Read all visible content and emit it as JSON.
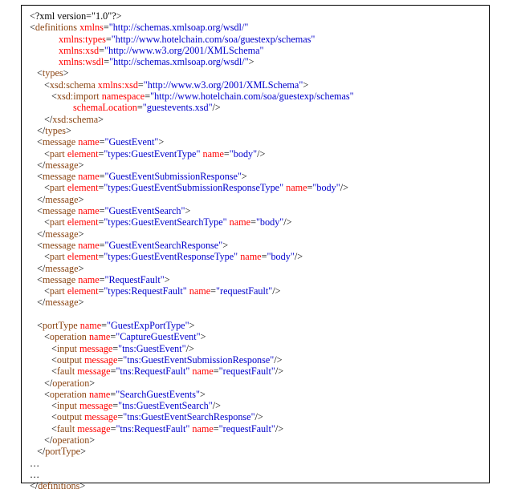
{
  "colors": {
    "tag": "#8B4513",
    "attr": "#FF0000",
    "value": "#0000CC",
    "text": "#000000",
    "border": "#000000"
  },
  "lines": [
    {
      "indent": 0,
      "parts": [
        {
          "t": "punct",
          "s": "<?xml version=\"1.0\"?>"
        }
      ]
    },
    {
      "indent": 0,
      "parts": [
        {
          "t": "punct",
          "s": "<"
        },
        {
          "t": "tag",
          "s": "definitions"
        },
        {
          "t": "punct",
          "s": " "
        },
        {
          "t": "attr",
          "s": "xmlns"
        },
        {
          "t": "punct",
          "s": "="
        },
        {
          "t": "val",
          "s": "\"http://schemas.xmlsoap.org/wsdl/\""
        }
      ]
    },
    {
      "indent": 4,
      "parts": [
        {
          "t": "attr",
          "s": "xmlns:types"
        },
        {
          "t": "punct",
          "s": "="
        },
        {
          "t": "val",
          "s": "\"http://www.hotelchain.com/soa/guestexp/schemas\""
        }
      ]
    },
    {
      "indent": 4,
      "parts": [
        {
          "t": "attr",
          "s": "xmlns:xsd"
        },
        {
          "t": "punct",
          "s": "="
        },
        {
          "t": "val",
          "s": "\"http://www.w3.org/2001/XMLSchema\""
        }
      ]
    },
    {
      "indent": 4,
      "parts": [
        {
          "t": "attr",
          "s": "xmlns:wsdl"
        },
        {
          "t": "punct",
          "s": "="
        },
        {
          "t": "val",
          "s": "\"http://schemas.xmlsoap.org/wsdl/\""
        },
        {
          "t": "punct",
          "s": ">"
        }
      ]
    },
    {
      "indent": 1,
      "parts": [
        {
          "t": "punct",
          "s": "<"
        },
        {
          "t": "tag",
          "s": "types"
        },
        {
          "t": "punct",
          "s": ">"
        }
      ]
    },
    {
      "indent": 2,
      "parts": [
        {
          "t": "punct",
          "s": "<"
        },
        {
          "t": "tag",
          "s": "xsd:schema"
        },
        {
          "t": "punct",
          "s": " "
        },
        {
          "t": "attr",
          "s": "xmlns:xsd"
        },
        {
          "t": "punct",
          "s": "="
        },
        {
          "t": "val",
          "s": "\"http://www.w3.org/2001/XMLSchema\""
        },
        {
          "t": "punct",
          "s": ">"
        }
      ]
    },
    {
      "indent": 3,
      "parts": [
        {
          "t": "punct",
          "s": "<"
        },
        {
          "t": "tag",
          "s": "xsd:import"
        },
        {
          "t": "punct",
          "s": " "
        },
        {
          "t": "attr",
          "s": "namespace"
        },
        {
          "t": "punct",
          "s": "="
        },
        {
          "t": "val",
          "s": "\"http://www.hotelchain.com/soa/guestexp/schemas\""
        }
      ]
    },
    {
      "indent": 6,
      "parts": [
        {
          "t": "attr",
          "s": "schemaLocation"
        },
        {
          "t": "punct",
          "s": "="
        },
        {
          "t": "val",
          "s": "\"guestevents.xsd\""
        },
        {
          "t": "punct",
          "s": "/>"
        }
      ]
    },
    {
      "indent": 2,
      "parts": [
        {
          "t": "punct",
          "s": "</"
        },
        {
          "t": "tag",
          "s": "xsd:schema"
        },
        {
          "t": "punct",
          "s": ">"
        }
      ]
    },
    {
      "indent": 1,
      "parts": [
        {
          "t": "punct",
          "s": "</"
        },
        {
          "t": "tag",
          "s": "types"
        },
        {
          "t": "punct",
          "s": ">"
        }
      ]
    },
    {
      "indent": 1,
      "parts": [
        {
          "t": "punct",
          "s": "<"
        },
        {
          "t": "tag",
          "s": "message"
        },
        {
          "t": "punct",
          "s": " "
        },
        {
          "t": "attr",
          "s": "name"
        },
        {
          "t": "punct",
          "s": "="
        },
        {
          "t": "val",
          "s": "\"GuestEvent\""
        },
        {
          "t": "punct",
          "s": ">"
        }
      ]
    },
    {
      "indent": 2,
      "parts": [
        {
          "t": "punct",
          "s": "<"
        },
        {
          "t": "tag",
          "s": "part"
        },
        {
          "t": "punct",
          "s": " "
        },
        {
          "t": "attr",
          "s": "element"
        },
        {
          "t": "punct",
          "s": "="
        },
        {
          "t": "val",
          "s": "\"types:GuestEventType\""
        },
        {
          "t": "punct",
          "s": " "
        },
        {
          "t": "attr",
          "s": "name"
        },
        {
          "t": "punct",
          "s": "="
        },
        {
          "t": "val",
          "s": "\"body\""
        },
        {
          "t": "punct",
          "s": "/>"
        }
      ]
    },
    {
      "indent": 1,
      "parts": [
        {
          "t": "punct",
          "s": "</"
        },
        {
          "t": "tag",
          "s": "message"
        },
        {
          "t": "punct",
          "s": ">"
        }
      ]
    },
    {
      "indent": 1,
      "parts": [
        {
          "t": "punct",
          "s": "<"
        },
        {
          "t": "tag",
          "s": "message"
        },
        {
          "t": "punct",
          "s": " "
        },
        {
          "t": "attr",
          "s": "name"
        },
        {
          "t": "punct",
          "s": "="
        },
        {
          "t": "val",
          "s": "\"GuestEventSubmissionResponse\""
        },
        {
          "t": "punct",
          "s": ">"
        }
      ]
    },
    {
      "indent": 2,
      "parts": [
        {
          "t": "punct",
          "s": "<"
        },
        {
          "t": "tag",
          "s": "part"
        },
        {
          "t": "punct",
          "s": " "
        },
        {
          "t": "attr",
          "s": "element"
        },
        {
          "t": "punct",
          "s": "="
        },
        {
          "t": "val",
          "s": "\"types:GuestEventSubmissionResponseType\""
        },
        {
          "t": "punct",
          "s": " "
        },
        {
          "t": "attr",
          "s": "name"
        },
        {
          "t": "punct",
          "s": "="
        },
        {
          "t": "val",
          "s": "\"body\""
        },
        {
          "t": "punct",
          "s": "/>"
        }
      ]
    },
    {
      "indent": 1,
      "parts": [
        {
          "t": "punct",
          "s": "</"
        },
        {
          "t": "tag",
          "s": "message"
        },
        {
          "t": "punct",
          "s": ">"
        }
      ]
    },
    {
      "indent": 1,
      "parts": [
        {
          "t": "punct",
          "s": "<"
        },
        {
          "t": "tag",
          "s": "message"
        },
        {
          "t": "punct",
          "s": " "
        },
        {
          "t": "attr",
          "s": "name"
        },
        {
          "t": "punct",
          "s": "="
        },
        {
          "t": "val",
          "s": "\"GuestEventSearch\""
        },
        {
          "t": "punct",
          "s": ">"
        }
      ]
    },
    {
      "indent": 2,
      "parts": [
        {
          "t": "punct",
          "s": "<"
        },
        {
          "t": "tag",
          "s": "part"
        },
        {
          "t": "punct",
          "s": " "
        },
        {
          "t": "attr",
          "s": "element"
        },
        {
          "t": "punct",
          "s": "="
        },
        {
          "t": "val",
          "s": "\"types:GuestEventSearchType\""
        },
        {
          "t": "punct",
          "s": " "
        },
        {
          "t": "attr",
          "s": "name"
        },
        {
          "t": "punct",
          "s": "="
        },
        {
          "t": "val",
          "s": "\"body\""
        },
        {
          "t": "punct",
          "s": "/>"
        }
      ]
    },
    {
      "indent": 1,
      "parts": [
        {
          "t": "punct",
          "s": "</"
        },
        {
          "t": "tag",
          "s": "message"
        },
        {
          "t": "punct",
          "s": ">"
        }
      ]
    },
    {
      "indent": 1,
      "parts": [
        {
          "t": "punct",
          "s": "<"
        },
        {
          "t": "tag",
          "s": "message"
        },
        {
          "t": "punct",
          "s": " "
        },
        {
          "t": "attr",
          "s": "name"
        },
        {
          "t": "punct",
          "s": "="
        },
        {
          "t": "val",
          "s": "\"GuestEventSearchResponse\""
        },
        {
          "t": "punct",
          "s": ">"
        }
      ]
    },
    {
      "indent": 2,
      "parts": [
        {
          "t": "punct",
          "s": "<"
        },
        {
          "t": "tag",
          "s": "part"
        },
        {
          "t": "punct",
          "s": " "
        },
        {
          "t": "attr",
          "s": "element"
        },
        {
          "t": "punct",
          "s": "="
        },
        {
          "t": "val",
          "s": "\"types:GuestEventResponseType\""
        },
        {
          "t": "punct",
          "s": " "
        },
        {
          "t": "attr",
          "s": "name"
        },
        {
          "t": "punct",
          "s": "="
        },
        {
          "t": "val",
          "s": "\"body\""
        },
        {
          "t": "punct",
          "s": "/>"
        }
      ]
    },
    {
      "indent": 1,
      "parts": [
        {
          "t": "punct",
          "s": "</"
        },
        {
          "t": "tag",
          "s": "message"
        },
        {
          "t": "punct",
          "s": ">"
        }
      ]
    },
    {
      "indent": 1,
      "parts": [
        {
          "t": "punct",
          "s": "<"
        },
        {
          "t": "tag",
          "s": "message"
        },
        {
          "t": "punct",
          "s": " "
        },
        {
          "t": "attr",
          "s": "name"
        },
        {
          "t": "punct",
          "s": "="
        },
        {
          "t": "val",
          "s": "\"RequestFault\""
        },
        {
          "t": "punct",
          "s": ">"
        }
      ]
    },
    {
      "indent": 2,
      "parts": [
        {
          "t": "punct",
          "s": "<"
        },
        {
          "t": "tag",
          "s": "part"
        },
        {
          "t": "punct",
          "s": " "
        },
        {
          "t": "attr",
          "s": "element"
        },
        {
          "t": "punct",
          "s": "="
        },
        {
          "t": "val",
          "s": "\"types:RequestFault\""
        },
        {
          "t": "punct",
          "s": " "
        },
        {
          "t": "attr",
          "s": "name"
        },
        {
          "t": "punct",
          "s": "="
        },
        {
          "t": "val",
          "s": "\"requestFault\""
        },
        {
          "t": "punct",
          "s": "/>"
        }
      ]
    },
    {
      "indent": 1,
      "parts": [
        {
          "t": "punct",
          "s": "</"
        },
        {
          "t": "tag",
          "s": "message"
        },
        {
          "t": "punct",
          "s": ">"
        }
      ]
    },
    {
      "indent": 0,
      "parts": []
    },
    {
      "indent": 1,
      "parts": [
        {
          "t": "punct",
          "s": "<"
        },
        {
          "t": "tag",
          "s": "portType"
        },
        {
          "t": "punct",
          "s": " "
        },
        {
          "t": "attr",
          "s": "name"
        },
        {
          "t": "punct",
          "s": "="
        },
        {
          "t": "val",
          "s": "\"GuestExpPortType\""
        },
        {
          "t": "punct",
          "s": ">"
        }
      ]
    },
    {
      "indent": 2,
      "parts": [
        {
          "t": "punct",
          "s": "<"
        },
        {
          "t": "tag",
          "s": "operation"
        },
        {
          "t": "punct",
          "s": " "
        },
        {
          "t": "attr",
          "s": "name"
        },
        {
          "t": "punct",
          "s": "="
        },
        {
          "t": "val",
          "s": "\"CaptureGuestEvent\""
        },
        {
          "t": "punct",
          "s": ">"
        }
      ]
    },
    {
      "indent": 3,
      "parts": [
        {
          "t": "punct",
          "s": "<"
        },
        {
          "t": "tag",
          "s": "input"
        },
        {
          "t": "punct",
          "s": " "
        },
        {
          "t": "attr",
          "s": "message"
        },
        {
          "t": "punct",
          "s": "="
        },
        {
          "t": "val",
          "s": "\"tns:GuestEvent\""
        },
        {
          "t": "punct",
          "s": "/>"
        }
      ]
    },
    {
      "indent": 3,
      "parts": [
        {
          "t": "punct",
          "s": "<"
        },
        {
          "t": "tag",
          "s": "output"
        },
        {
          "t": "punct",
          "s": " "
        },
        {
          "t": "attr",
          "s": "message"
        },
        {
          "t": "punct",
          "s": "="
        },
        {
          "t": "val",
          "s": "\"tns:GuestEventSubmissionResponse\""
        },
        {
          "t": "punct",
          "s": "/>"
        }
      ]
    },
    {
      "indent": 3,
      "parts": [
        {
          "t": "punct",
          "s": "<"
        },
        {
          "t": "tag",
          "s": "fault"
        },
        {
          "t": "punct",
          "s": " "
        },
        {
          "t": "attr",
          "s": "message"
        },
        {
          "t": "punct",
          "s": "="
        },
        {
          "t": "val",
          "s": "\"tns:RequestFault\""
        },
        {
          "t": "punct",
          "s": " "
        },
        {
          "t": "attr",
          "s": "name"
        },
        {
          "t": "punct",
          "s": "="
        },
        {
          "t": "val",
          "s": "\"requestFault\""
        },
        {
          "t": "punct",
          "s": "/>"
        }
      ]
    },
    {
      "indent": 2,
      "parts": [
        {
          "t": "punct",
          "s": "</"
        },
        {
          "t": "tag",
          "s": "operation"
        },
        {
          "t": "punct",
          "s": ">"
        }
      ]
    },
    {
      "indent": 2,
      "parts": [
        {
          "t": "punct",
          "s": "<"
        },
        {
          "t": "tag",
          "s": "operation"
        },
        {
          "t": "punct",
          "s": " "
        },
        {
          "t": "attr",
          "s": "name"
        },
        {
          "t": "punct",
          "s": "="
        },
        {
          "t": "val",
          "s": "\"SearchGuestEvents\""
        },
        {
          "t": "punct",
          "s": ">"
        }
      ]
    },
    {
      "indent": 3,
      "parts": [
        {
          "t": "punct",
          "s": "<"
        },
        {
          "t": "tag",
          "s": "input"
        },
        {
          "t": "punct",
          "s": " "
        },
        {
          "t": "attr",
          "s": "message"
        },
        {
          "t": "punct",
          "s": "="
        },
        {
          "t": "val",
          "s": "\"tns:GuestEventSearch\""
        },
        {
          "t": "punct",
          "s": "/>"
        }
      ]
    },
    {
      "indent": 3,
      "parts": [
        {
          "t": "punct",
          "s": "<"
        },
        {
          "t": "tag",
          "s": "output"
        },
        {
          "t": "punct",
          "s": " "
        },
        {
          "t": "attr",
          "s": "message"
        },
        {
          "t": "punct",
          "s": "="
        },
        {
          "t": "val",
          "s": "\"tns:GuestEventSearchResponse\""
        },
        {
          "t": "punct",
          "s": "/>"
        }
      ]
    },
    {
      "indent": 3,
      "parts": [
        {
          "t": "punct",
          "s": "<"
        },
        {
          "t": "tag",
          "s": "fault"
        },
        {
          "t": "punct",
          "s": " "
        },
        {
          "t": "attr",
          "s": "message"
        },
        {
          "t": "punct",
          "s": "="
        },
        {
          "t": "val",
          "s": "\"tns:RequestFault\""
        },
        {
          "t": "punct",
          "s": " "
        },
        {
          "t": "attr",
          "s": "name"
        },
        {
          "t": "punct",
          "s": "="
        },
        {
          "t": "val",
          "s": "\"requestFault\""
        },
        {
          "t": "punct",
          "s": "/>"
        }
      ]
    },
    {
      "indent": 2,
      "parts": [
        {
          "t": "punct",
          "s": "</"
        },
        {
          "t": "tag",
          "s": "operation"
        },
        {
          "t": "punct",
          "s": ">"
        }
      ]
    },
    {
      "indent": 1,
      "parts": [
        {
          "t": "punct",
          "s": "</"
        },
        {
          "t": "tag",
          "s": "portType"
        },
        {
          "t": "punct",
          "s": ">"
        }
      ]
    },
    {
      "indent": 0,
      "parts": [
        {
          "t": "punct",
          "s": "…"
        }
      ]
    },
    {
      "indent": 0,
      "parts": [
        {
          "t": "punct",
          "s": "…"
        }
      ]
    },
    {
      "indent": 0,
      "parts": [
        {
          "t": "punct",
          "s": "</"
        },
        {
          "t": "tag",
          "s": "definitions"
        },
        {
          "t": "punct",
          "s": ">"
        }
      ]
    }
  ]
}
